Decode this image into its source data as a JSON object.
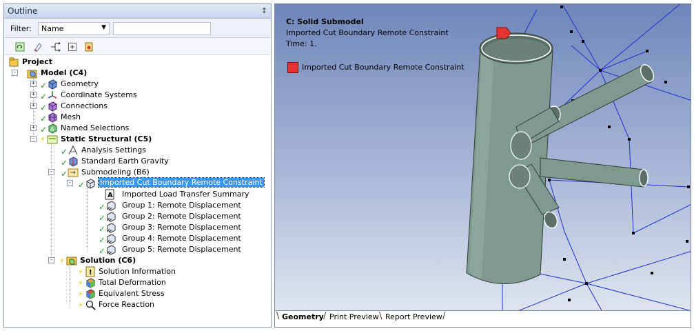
{
  "outline": {
    "title": "Outline",
    "pin_icon": "pin-icon",
    "filter": {
      "label": "Filter:",
      "value": "Name",
      "input_value": ""
    },
    "toolbar": [
      "refresh-icon",
      "document-icon",
      "branch-icon",
      "expand-icon",
      "object-icon"
    ],
    "tree": {
      "project": "Project",
      "model": "Model (C4)",
      "geometry": "Geometry",
      "coordinate_systems": "Coordinate Systems",
      "connections": "Connections",
      "mesh": "Mesh",
      "named_selections": "Named Selections",
      "static_structural": "Static Structural (C5)",
      "analysis_settings": "Analysis Settings",
      "standard_earth_gravity": "Standard Earth Gravity",
      "submodeling": "Submodeling (B6)",
      "imported_cut_boundary": "Imported Cut Boundary Remote Constraint",
      "imported_load_transfer": "Imported Load Transfer Summary",
      "group1": "Group 1: Remote Displacement",
      "group2": "Group 2: Remote Displacement",
      "group3": "Group 3: Remote Displacement",
      "group4": "Group 4: Remote Displacement",
      "group5": "Group 5: Remote Displacement",
      "solution": "Solution (C6)",
      "solution_information": "Solution Information",
      "total_deformation": "Total Deformation",
      "equivalent_stress": "Equivalent Stress",
      "force_reaction": "Force Reaction"
    }
  },
  "viewport": {
    "title": "C: Solid Submodel",
    "subtitle": "Imported Cut Boundary Remote Constraint",
    "time": "Time: 1.",
    "legend_label": "Imported Cut Boundary Remote Constraint",
    "legend_color": "#e53333",
    "model_color": "#7e9a8e"
  },
  "tabs": {
    "geometry": "Geometry",
    "print_preview": "Print Preview",
    "report_preview": "Report Preview"
  }
}
